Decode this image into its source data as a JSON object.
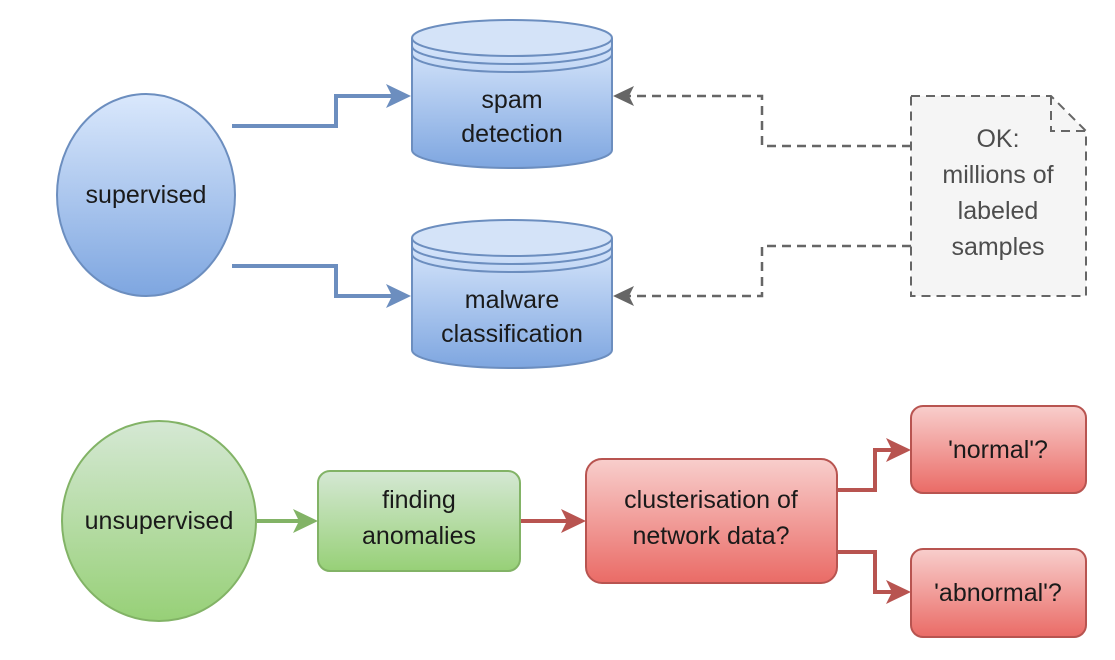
{
  "colors": {
    "supervised_stroke": "#6c8ebf",
    "supervised_fill_top": "#dae8fc",
    "supervised_fill_bottom": "#7ea6e0",
    "unsupervised_stroke": "#82b366",
    "unsupervised_fill_top": "#d5e8d4",
    "unsupervised_fill_bottom": "#97d077",
    "outcome_stroke": "#b85450",
    "outcome_fill_top": "#f8cecc",
    "outcome_fill_bottom": "#ea6b66",
    "note_stroke": "#666666",
    "note_fill": "#f5f5f5"
  },
  "nodes": {
    "supervised": {
      "label": "supervised"
    },
    "spam_detection": {
      "lines": [
        "spam",
        "detection"
      ]
    },
    "malware_classification": {
      "lines": [
        "malware",
        "classification"
      ]
    },
    "note": {
      "lines": [
        "OK:",
        "millions of",
        "labeled",
        "samples"
      ]
    },
    "unsupervised": {
      "label": "unsupervised"
    },
    "finding_anomalies": {
      "lines": [
        "finding",
        "anomalies"
      ]
    },
    "clusterisation": {
      "lines": [
        "clusterisation of",
        "network data?"
      ]
    },
    "normal": {
      "label": "'normal'?"
    },
    "abnormal": {
      "label": "'abnormal'?"
    }
  },
  "edges": [
    {
      "from": "supervised",
      "to": "spam_detection",
      "style": "solid"
    },
    {
      "from": "supervised",
      "to": "malware_classification",
      "style": "solid"
    },
    {
      "from": "note",
      "to": "spam_detection",
      "style": "dashed"
    },
    {
      "from": "note",
      "to": "malware_classification",
      "style": "dashed"
    },
    {
      "from": "unsupervised",
      "to": "finding_anomalies",
      "style": "solid"
    },
    {
      "from": "finding_anomalies",
      "to": "clusterisation",
      "style": "solid"
    },
    {
      "from": "clusterisation",
      "to": "normal",
      "style": "solid"
    },
    {
      "from": "clusterisation",
      "to": "abnormal",
      "style": "solid"
    }
  ]
}
